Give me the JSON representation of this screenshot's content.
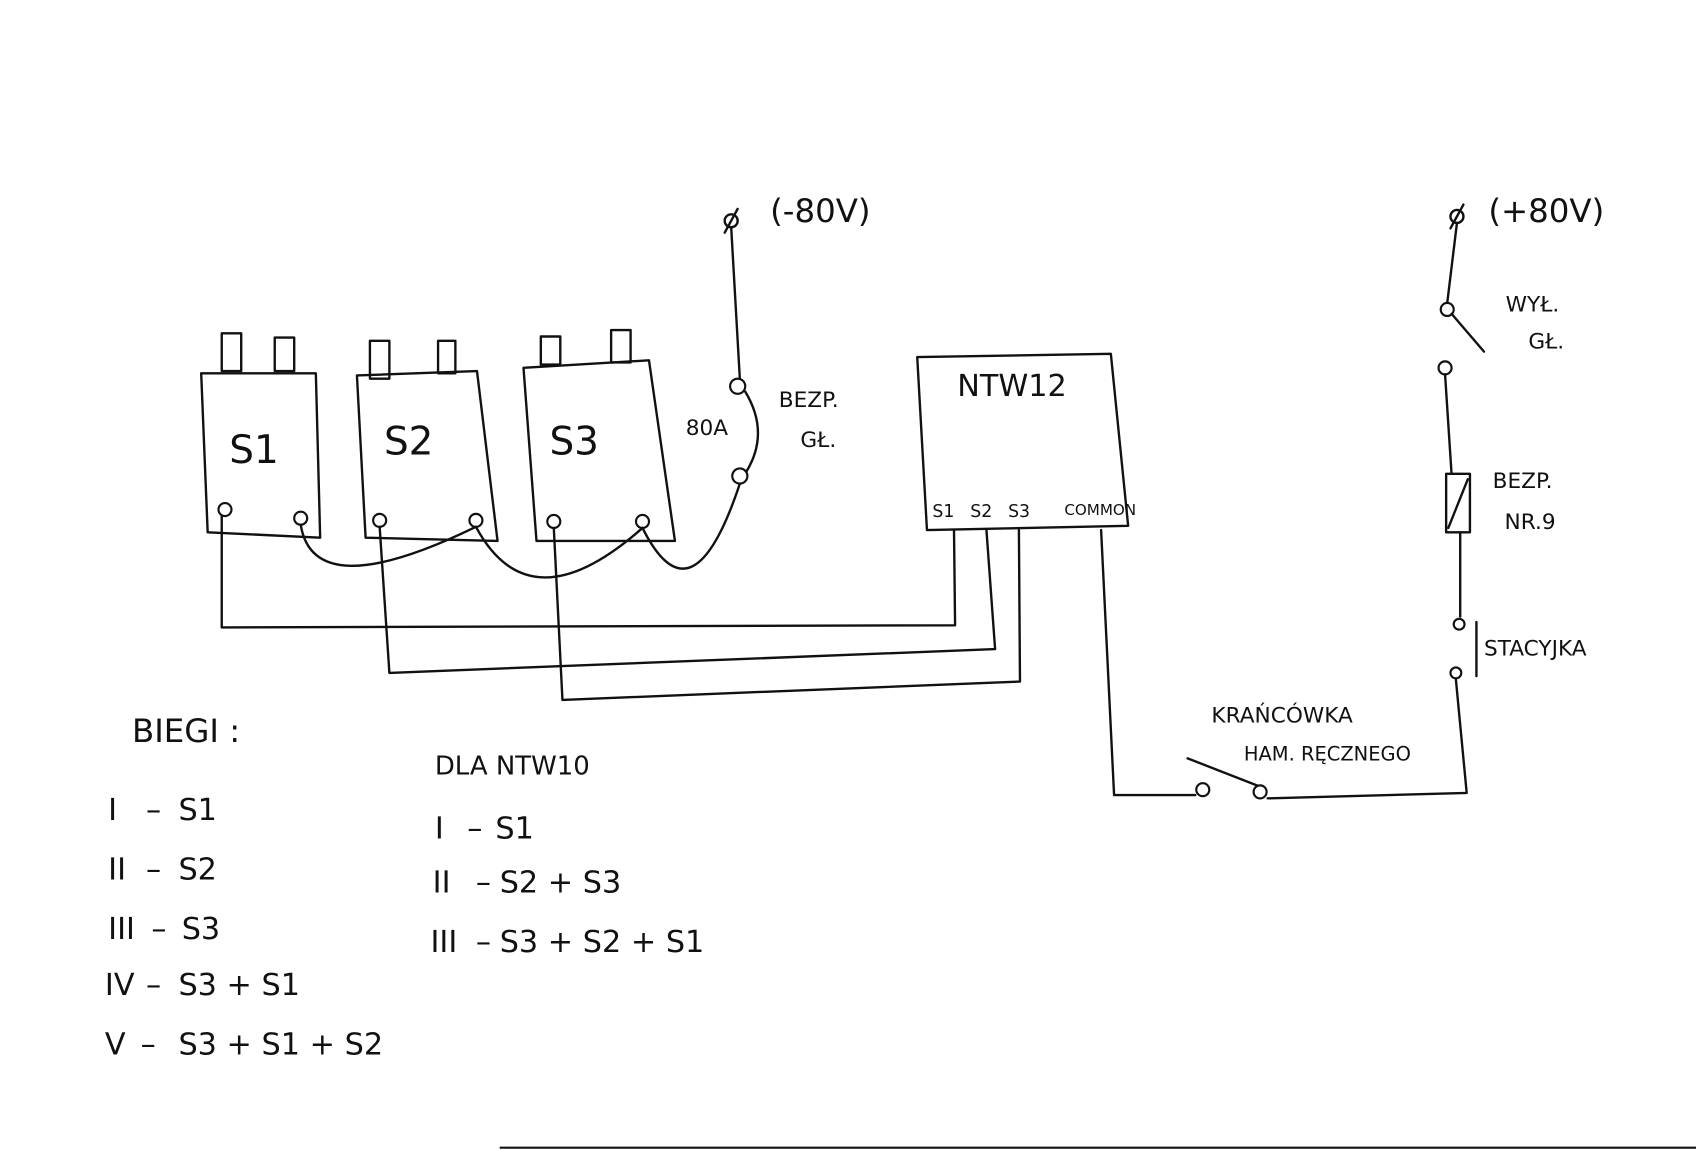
{
  "supply": {
    "negative": "(-80V)",
    "positive": "(+80V)"
  },
  "solenoids": [
    {
      "label": "S1"
    },
    {
      "label": "S2"
    },
    {
      "label": "S3"
    }
  ],
  "main_fuse": {
    "rating": "80A",
    "label_line1": "BEZP.",
    "label_line2": "GŁ."
  },
  "controller": {
    "title": "NTW12",
    "terminals": [
      "S1",
      "S2",
      "S3",
      "COMMON"
    ]
  },
  "main_switch": {
    "line1": "WYŁ.",
    "line2": "GŁ."
  },
  "fuse9": {
    "line1": "BEZP.",
    "line2": "NR.9"
  },
  "ignition": {
    "label": "STACYJKA"
  },
  "handbrake_switch": {
    "line1": "KRAŃCÓWKA",
    "line2": "HAM. RĘCZNEGO"
  },
  "gears": {
    "title": "BIEGI :",
    "items": [
      {
        "gear": "I",
        "combo": "S1"
      },
      {
        "gear": "II",
        "combo": "S2"
      },
      {
        "gear": "III",
        "combo": "S3"
      },
      {
        "gear": "IV",
        "combo": "S3 + S1"
      },
      {
        "gear": "V",
        "combo": "S3 + S1 + S2"
      }
    ]
  },
  "ntw10": {
    "title": "DLA NTW10",
    "items": [
      {
        "gear": "I",
        "combo": "S1"
      },
      {
        "gear": "II",
        "combo": "S2 + S3"
      },
      {
        "gear": "III",
        "combo": "S3 + S2 + S1"
      }
    ]
  }
}
